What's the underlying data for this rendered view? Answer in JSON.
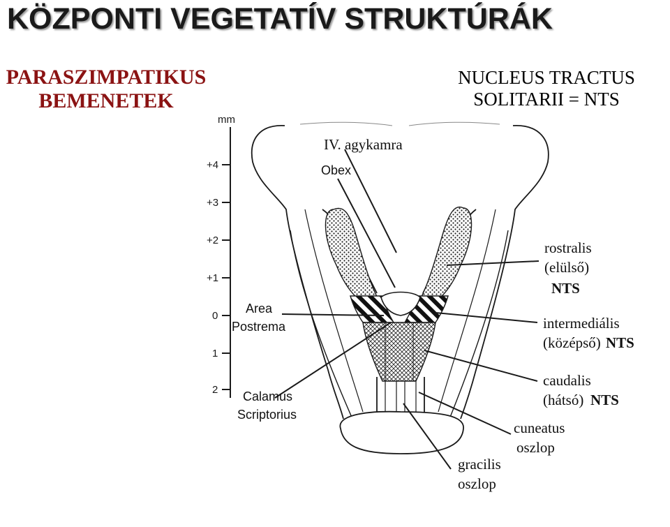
{
  "slide": {
    "title": "KÖZPONTI VEGETATÍV STRUKTÚRÁK",
    "subtitle_left": {
      "line1": "PARASZIMPATIKUS",
      "line2": "BEMENETEK"
    },
    "subtitle_right": {
      "line1": "NUCLEUS TRACTUS",
      "line2": "SOLITARII = NTS"
    }
  },
  "scale": {
    "unit": "mm",
    "ticks": [
      "+4",
      "+3",
      "+2",
      "+1",
      "0",
      "1",
      "2"
    ]
  },
  "labels": {
    "ventricle": "IV. agykamra",
    "obex": "Obex",
    "area_postrema": {
      "line1": "Area",
      "line2": "Postrema"
    },
    "calamus": {
      "line1": "Calamus",
      "line2": "Scriptorius"
    },
    "rostral": {
      "line1": "rostralis",
      "line2": "(elülső)",
      "line3": "NTS"
    },
    "intermediate": {
      "line1": "intermediális",
      "line2": "(középső)",
      "line2b": "NTS"
    },
    "caudal": {
      "line1": "caudalis",
      "line2": "(hátsó)",
      "line2b": "NTS"
    },
    "cuneatus": {
      "line1": "cuneatus",
      "line2": "oszlop"
    },
    "gracilis": {
      "line1": "gracilis",
      "line2": "oszlop"
    }
  },
  "colors": {
    "title_shadow": "#9a9a9a",
    "subtitle_left": "#8b1313",
    "line": "#1a1a1a"
  }
}
